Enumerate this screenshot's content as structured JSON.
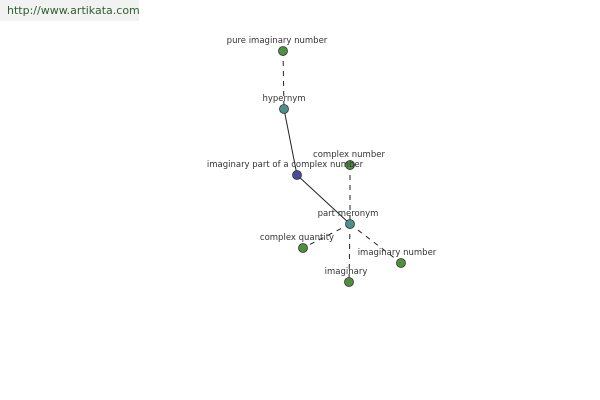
{
  "watermark": "http://www.artikata.com",
  "colors": {
    "background": "#ffffff",
    "edge": "#222222",
    "node_stroke": "#333333",
    "focus_node": "#4a4a9c",
    "relation_node": "#4d8f8f",
    "word_node": "#4f8f3f"
  },
  "nodes": [
    {
      "id": "pure",
      "label": "pure imaginary number",
      "kind": "word"
    },
    {
      "id": "hypernym",
      "label": "hypernym",
      "kind": "relation"
    },
    {
      "id": "focus",
      "label": "imaginary part of a complex number",
      "kind": "focus"
    },
    {
      "id": "complexnumber",
      "label": "complex number",
      "kind": "word"
    },
    {
      "id": "partmeronym",
      "label": "part meronym",
      "kind": "relation"
    },
    {
      "id": "complexquantity",
      "label": "complex quantity",
      "kind": "word"
    },
    {
      "id": "imaginarynumber",
      "label": "imaginary number",
      "kind": "word"
    },
    {
      "id": "imaginary",
      "label": "imaginary",
      "kind": "word"
    }
  ],
  "edges": [
    {
      "from": "pure",
      "to": "hypernym",
      "style": "dashed"
    },
    {
      "from": "hypernym",
      "to": "focus",
      "style": "solid"
    },
    {
      "from": "focus",
      "to": "partmeronym",
      "style": "solid"
    },
    {
      "from": "complexnumber",
      "to": "partmeronym",
      "style": "dashed"
    },
    {
      "from": "partmeronym",
      "to": "complexquantity",
      "style": "dashed"
    },
    {
      "from": "partmeronym",
      "to": "imaginarynumber",
      "style": "dashed"
    },
    {
      "from": "partmeronym",
      "to": "imaginary",
      "style": "dashed"
    }
  ]
}
